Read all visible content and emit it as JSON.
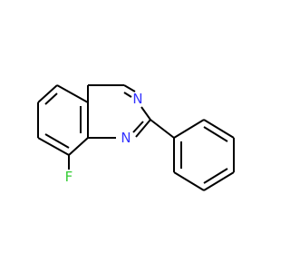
{
  "molecule": {
    "atoms": [
      {
        "id": "N3",
        "symbol": "N",
        "color": "#3333ff"
      },
      {
        "id": "N1",
        "symbol": "N",
        "color": "#3333ff"
      },
      {
        "id": "F",
        "symbol": "F",
        "color": "#33cc33"
      }
    ]
  }
}
